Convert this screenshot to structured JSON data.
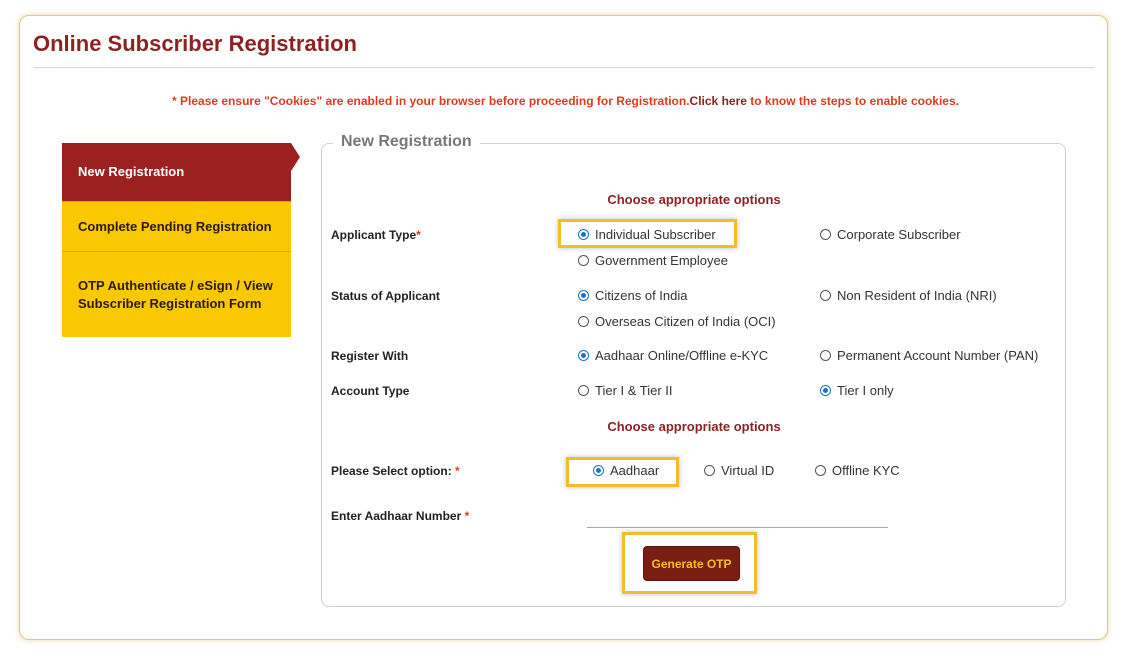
{
  "title": "Online Subscriber Registration",
  "cookie_notice": {
    "before": "* Please ensure \"Cookies\" are enabled in your browser before proceeding for Registration.",
    "link": "Click here",
    "after": " to know the steps to enable cookies."
  },
  "sidebar": {
    "items": [
      {
        "label": "New Registration",
        "active": true
      },
      {
        "label": "Complete Pending Registration",
        "active": false
      },
      {
        "label": "OTP Authenticate / eSign / View Subscriber Registration Form",
        "active": false
      }
    ]
  },
  "form": {
    "legend": "New Registration",
    "section1_heading": "Choose appropriate options",
    "section2_heading": "Choose appropriate options",
    "applicant_type": {
      "label": "Applicant Type",
      "required_mark": "*",
      "options": [
        "Individual Subscriber",
        "Corporate Subscriber",
        "Government Employee"
      ],
      "selected": "Individual Subscriber"
    },
    "status": {
      "label": "Status of Applicant",
      "options": [
        "Citizens of India",
        "Non Resident of India (NRI)",
        "Overseas Citizen of India (OCI)"
      ],
      "selected": "Citizens of India"
    },
    "register_with": {
      "label": "Register With",
      "options": [
        "Aadhaar Online/Offline e-KYC",
        "Permanent Account Number (PAN)"
      ],
      "selected": "Aadhaar Online/Offline e-KYC"
    },
    "account_type": {
      "label": "Account Type",
      "options": [
        "Tier I & Tier II",
        "Tier I only"
      ],
      "selected": "Tier I only"
    },
    "select_option": {
      "label": "Please Select option:",
      "required_mark": "*",
      "options": [
        "Aadhaar",
        "Virtual ID",
        "Offline KYC"
      ],
      "selected": "Aadhaar"
    },
    "aadhaar_number": {
      "label": "Enter Aadhaar Number",
      "required_mark": "*",
      "value": "",
      "placeholder": ""
    },
    "generate_otp_label": "Generate OTP"
  },
  "colors": {
    "brand_maroon": "#8b2323",
    "sidebar_active": "#9b2121",
    "sidebar_yellow": "#f9c800",
    "notice_red": "#e03a1e",
    "highlight": "#f2bd2c",
    "radio_checked": "#1a73c8"
  }
}
